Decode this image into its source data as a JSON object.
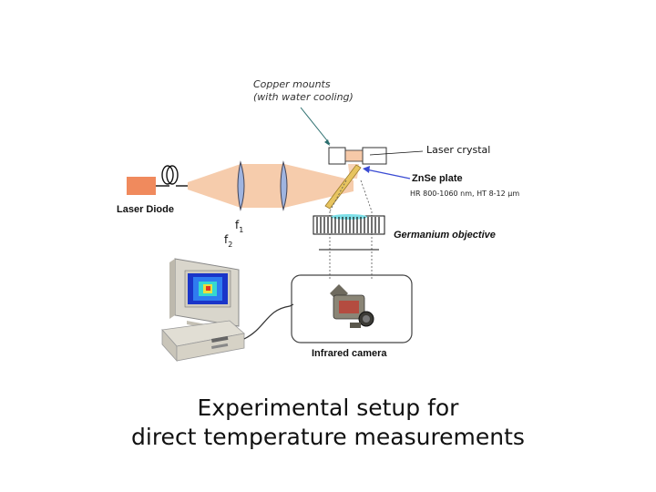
{
  "labels": {
    "copper_mounts_line1": "Copper mounts",
    "copper_mounts_line2": "(with water cooling)",
    "laser_crystal": "Laser crystal",
    "znse_plate": "ZnSe plate",
    "coating_spec": "HR 800-1060 nm, HT 8-12 µm",
    "laser_diode": "Laser Diode",
    "germanium_objective": "Germanium objective",
    "f1_letter": "f",
    "f1_sub": "1",
    "f2_letter": "f",
    "f2_sub": "2",
    "infrared_camera": "Infrared camera"
  },
  "caption": {
    "line1": "Experimental setup for",
    "line2": "direct temperature measurements"
  },
  "colors": {
    "beam": "#f6c9a8",
    "laser_diode_body": "#f08a5d",
    "lens": "#9fb4e0",
    "znse_plate": "#e7c460",
    "arrow": "#3a4bd3",
    "germanium_highlight": "#7fe0e8",
    "monitor_frame": "#d9d6cc",
    "thermal_image": "#1a35c9"
  }
}
